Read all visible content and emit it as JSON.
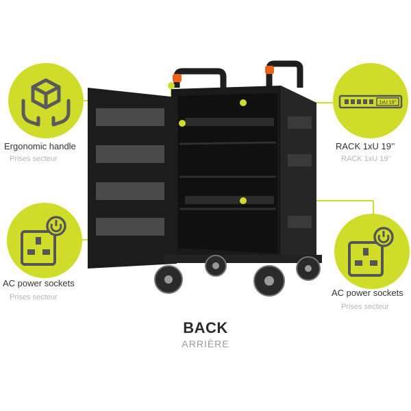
{
  "callouts": {
    "handle": {
      "title": "Ergonomic handle",
      "subtitle": "Prises secteur"
    },
    "rack": {
      "title": "RACK 1xU 19’’",
      "subtitle": "RACK 1xU 19’’",
      "panel_text": "1xU 19’’"
    },
    "sockets_left": {
      "title": "AC power sockets",
      "subtitle": "Prises secteur"
    },
    "sockets_right": {
      "title": "AC power sockets",
      "subtitle": "Prises secteur"
    }
  },
  "view": {
    "title": "BACK",
    "subtitle": "ARRIÈRE"
  },
  "colors": {
    "accent": "#cfdd2a",
    "cart": "#1e1e1e",
    "handle_grip": "#e8621c",
    "line": "#cfdd2a"
  },
  "icons": [
    "hands-box-icon",
    "rack-unit-icon",
    "power-socket-icon",
    "power-socket-icon"
  ]
}
